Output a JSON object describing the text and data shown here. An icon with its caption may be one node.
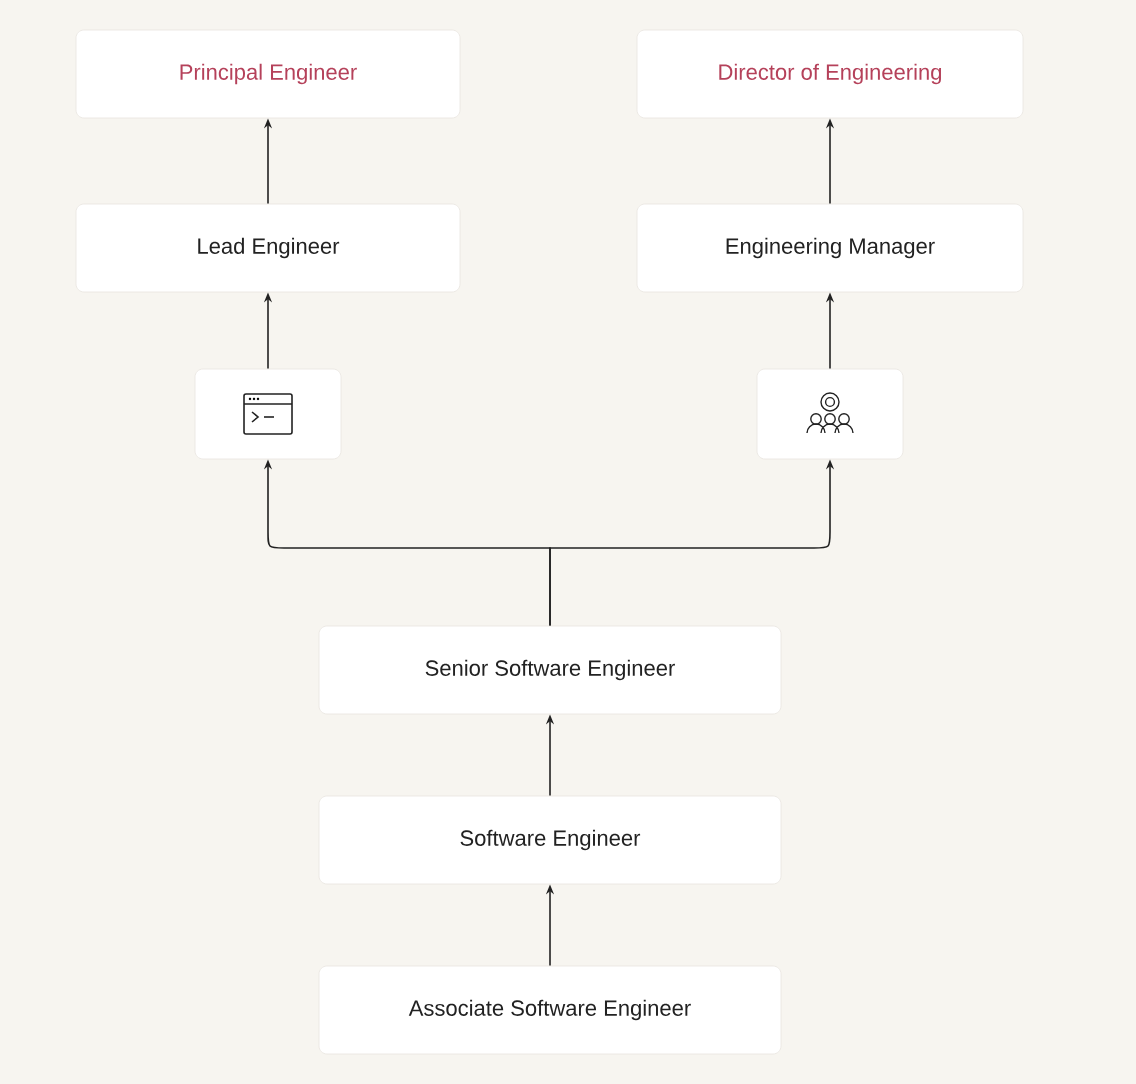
{
  "diagram": {
    "nodes": [
      {
        "text": [
          "Principal Engineer"
        ]
      },
      {
        "text": [
          "Director of Engineering"
        ]
      },
      {
        "text": [
          "Lead Engineer"
        ]
      },
      {
        "text": [
          "Engineering Manager"
        ]
      },
      {
        "text": [],
        "shape": "box"
      },
      {
        "text": [],
        "shape": "box"
      },
      {
        "text": [
          "Senior Software Engineer"
        ]
      },
      {
        "text": [
          "Software Engineer"
        ]
      },
      {
        "text": [
          "Associate Software Engineer"
        ]
      }
    ],
    "edges": [
      {
        "from": 8,
        "to": 7,
        "arrow": "to"
      },
      {
        "from": 7,
        "to": 6,
        "arrow": "to"
      },
      {
        "from": 6,
        "to": 4,
        "arrow": "to"
      },
      {
        "from": 6,
        "to": 5,
        "arrow": "to"
      },
      {
        "from": 4,
        "to": 2,
        "arrow": "to"
      },
      {
        "from": 5,
        "to": 3,
        "arrow": "to"
      },
      {
        "from": 2,
        "to": 0,
        "arrow": "to"
      },
      {
        "from": 3,
        "to": 1,
        "arrow": "to"
      }
    ]
  }
}
